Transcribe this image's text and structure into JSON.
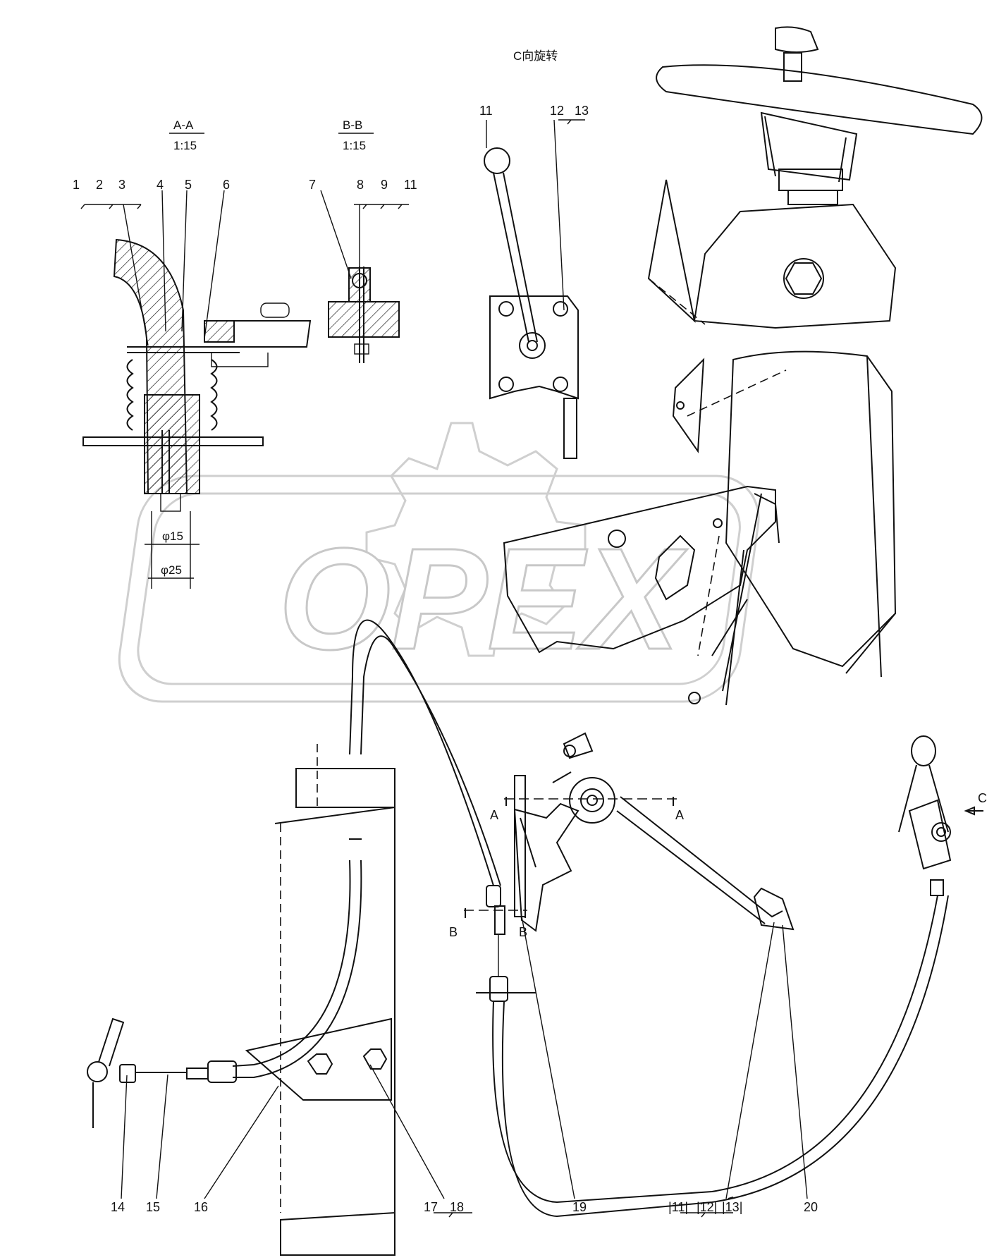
{
  "watermark": {
    "text": "OPEX",
    "color": "#c8c8c8"
  },
  "view_note": "C向旋转",
  "sections": {
    "aa": {
      "title": "A-A",
      "scale": "1:15",
      "dim_small": "φ15",
      "dim_large": "φ25"
    },
    "bb": {
      "title": "B-B",
      "scale": "1:15"
    }
  },
  "section_marks": {
    "a_left": "A",
    "a_right": "A",
    "b_left": "B",
    "b_right": "B",
    "c_arrow": "C"
  },
  "callouts": {
    "aa_group": [
      "1",
      "2",
      "3",
      "4",
      "5",
      "6"
    ],
    "bb_group": [
      "7",
      "8",
      "9",
      "11"
    ],
    "bracket_group": [
      "11",
      "12",
      "13"
    ],
    "bottom": [
      "14",
      "15",
      "16",
      "17",
      "18",
      "19",
      "|11|",
      "|12|",
      "|13|",
      "20"
    ]
  }
}
